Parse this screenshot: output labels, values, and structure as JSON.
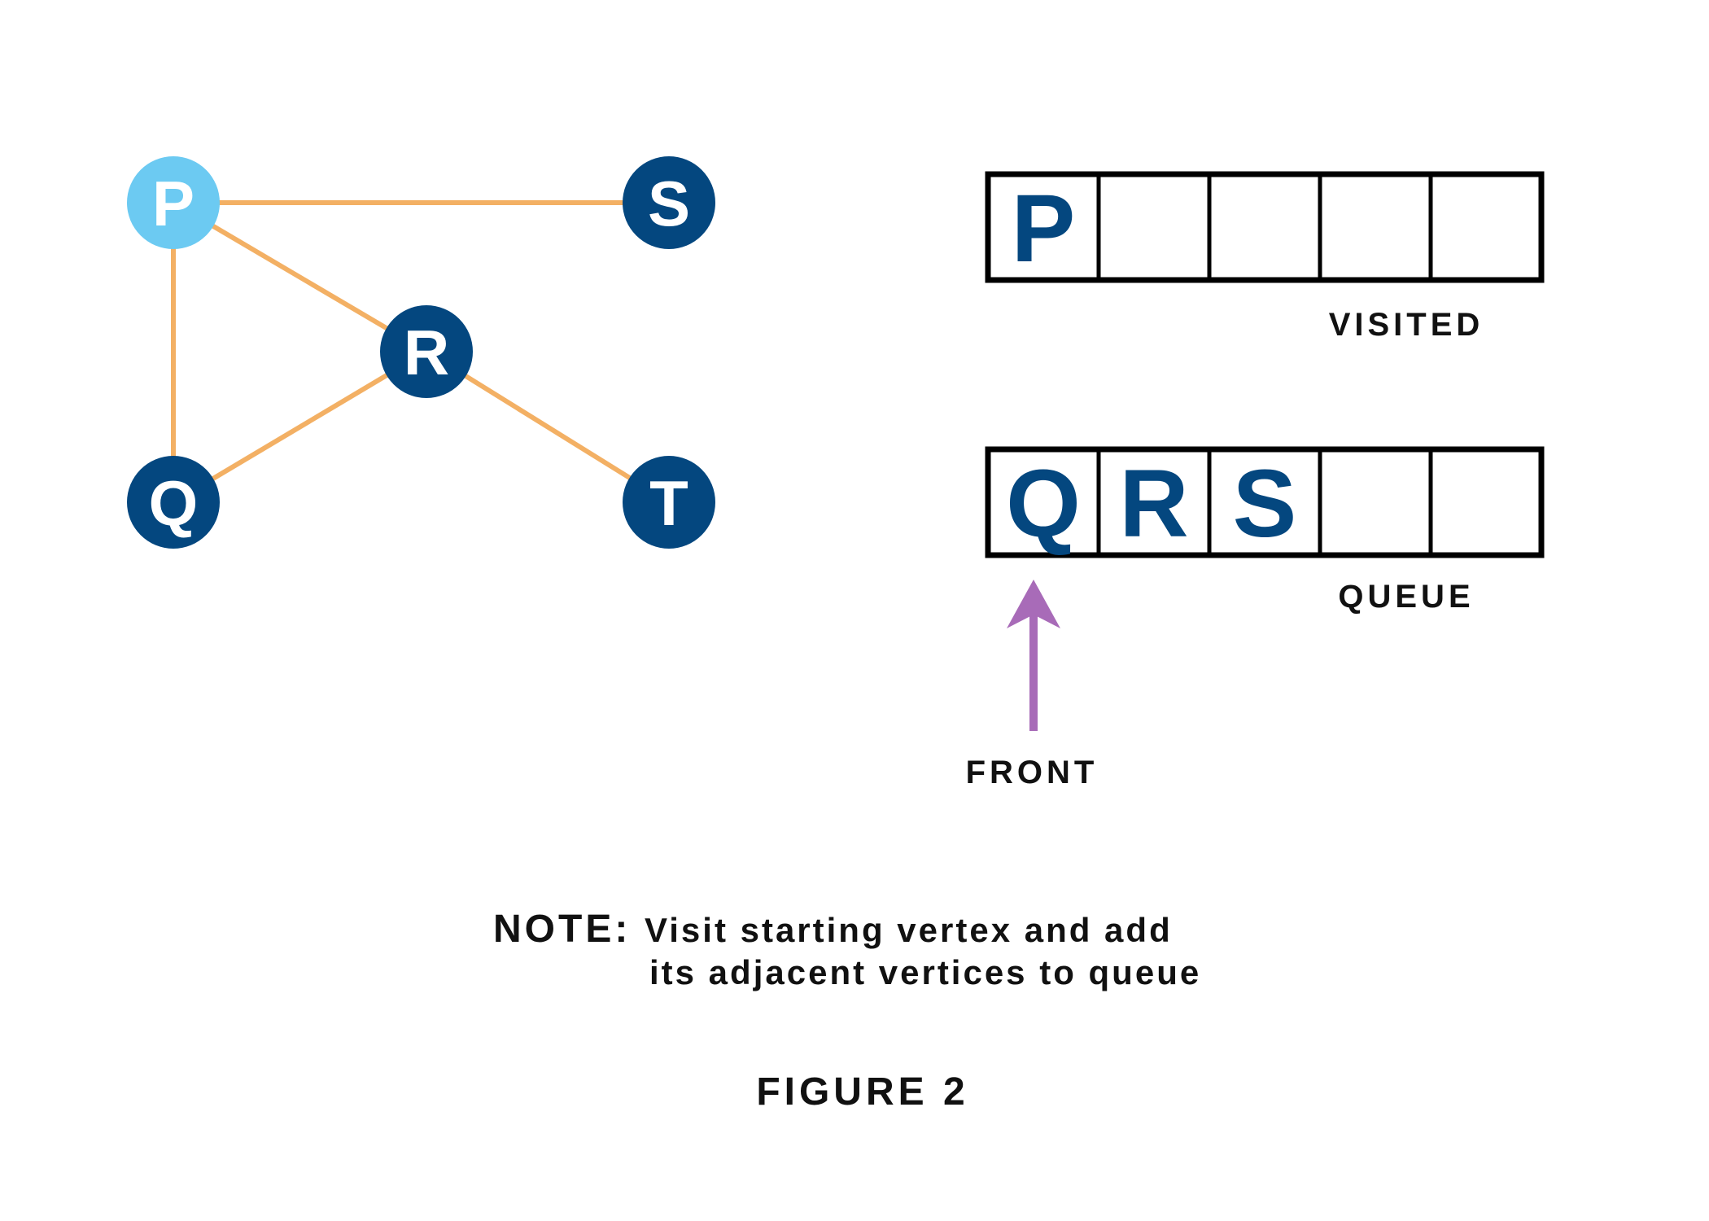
{
  "colors": {
    "node_fill": "#04477f",
    "start_node_fill": "#6ccaf2",
    "edge": "#f3b064",
    "cell_text": "#04477f",
    "front_arrow": "#a86bb8"
  },
  "graph": {
    "nodes": [
      {
        "id": "P",
        "label": "P",
        "state": "visited"
      },
      {
        "id": "S",
        "label": "S",
        "state": "unvisited"
      },
      {
        "id": "R",
        "label": "R",
        "state": "unvisited"
      },
      {
        "id": "Q",
        "label": "Q",
        "state": "unvisited"
      },
      {
        "id": "T",
        "label": "T",
        "state": "unvisited"
      }
    ],
    "edges": [
      [
        "P",
        "S"
      ],
      [
        "P",
        "R"
      ],
      [
        "P",
        "Q"
      ],
      [
        "R",
        "Q"
      ],
      [
        "R",
        "T"
      ]
    ]
  },
  "visited": {
    "label": "VISITED",
    "cells": [
      "P",
      "",
      "",
      "",
      ""
    ]
  },
  "queue": {
    "label": "QUEUE",
    "cells": [
      "Q",
      "R",
      "S",
      "",
      ""
    ]
  },
  "front_label": "FRONT",
  "note": {
    "title": "NOTE:",
    "line1": "Visit starting vertex and add",
    "line2": "its adjacent vertices to queue"
  },
  "figure_title": "FIGURE 2"
}
